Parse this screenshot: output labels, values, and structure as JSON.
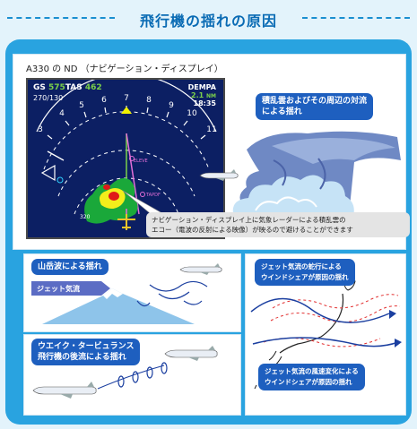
{
  "header": {
    "title": "飛行機の揺れの原因"
  },
  "nd_panel": {
    "label": "A330 の ND （ナビゲーション・ディスプレイ）",
    "gs_label": "GS",
    "gs_value": "575",
    "tas_label": "TAS",
    "tas_value": "462",
    "wind": "270/130",
    "waypoint": "DEMPA",
    "distance_value": "2.1",
    "distance_unit": "NM",
    "time": "18:35",
    "heading_ticks": [
      "3",
      "4",
      "5",
      "6",
      "7",
      "8",
      "9",
      "10",
      "11"
    ],
    "fix_eleve": "ELEVE",
    "fix_tapdf": "TAPDF",
    "range_label": "320",
    "cloud_caption_line1": "積乱雲およびその周辺の対流",
    "cloud_caption_line2": "による揺れ",
    "note_line1": "ナビゲーション・ディスプレイ上に気象レーダーによる積乱雲の",
    "note_line2": "エコー（電波の反射による映像）が映るので避けることができます"
  },
  "mountain_panel": {
    "label": "山岳波による揺れ",
    "jet_label": "ジェット気流"
  },
  "wake_panel": {
    "label_line1": "ウエイク・タービュランス",
    "label_line2": "飛行機の後流による揺れ"
  },
  "jet_panel": {
    "top_line1": "ジェット気流の蛇行による",
    "top_line2": "ウインドシェアが原因の揺れ",
    "bottom_line1": "ジェット気流の風速変化による",
    "bottom_line2": "ウインドシェアが原因の揺れ"
  },
  "colors": {
    "accent": "#0a6bb4",
    "frame": "#29a3e0",
    "bubble": "#1e5fbf",
    "display_bg": "#0c1f63",
    "gs_green": "#7bd04a",
    "magenta": "#e26fd8"
  },
  "icons": [
    "airplane-icon",
    "heading-bug-icon",
    "aircraft-symbol-icon"
  ]
}
